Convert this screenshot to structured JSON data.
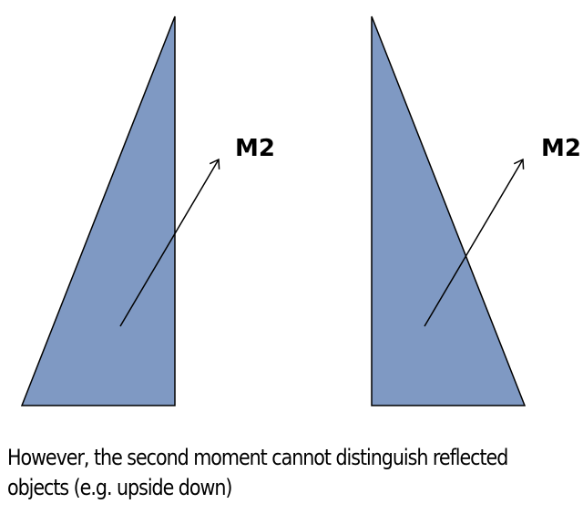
{
  "colors": {
    "triangle_fill": "#7f99c3",
    "triangle_stroke": "#000000",
    "arrow": "#000000",
    "background": "#ffffff"
  },
  "figures": [
    {
      "name": "left-triangle",
      "arrow_label": "M2"
    },
    {
      "name": "right-triangle",
      "arrow_label": "M2"
    }
  ],
  "caption": {
    "line1": "However, the second moment cannot distinguish reflected",
    "line2": "objects (e.g. upside down)"
  }
}
